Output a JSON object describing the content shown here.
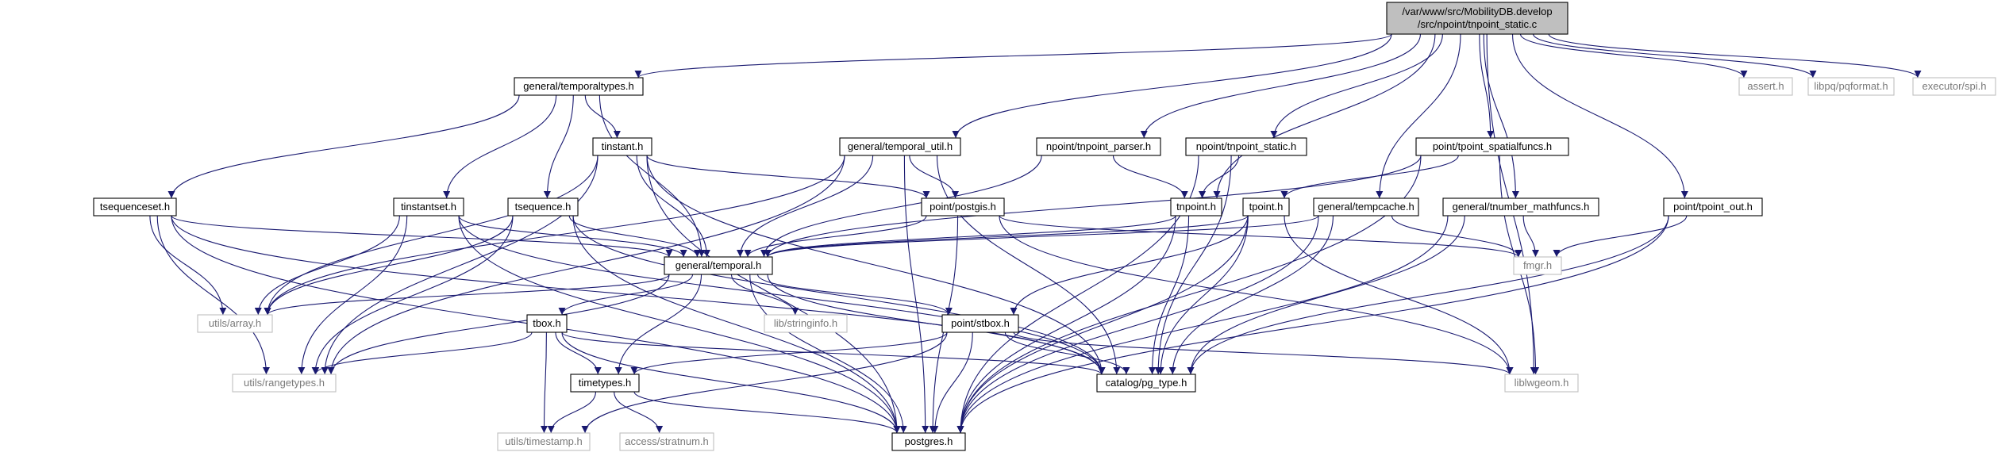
{
  "colors": {
    "edge": "#191970",
    "node_border": "#000000",
    "external_border": "#bfbfbf",
    "root_fill": "#bfbfbf",
    "external_text": "#7a7a7a"
  },
  "nodes": [
    {
      "id": "root",
      "lines": [
        "/var/www/src/MobilityDB.develop",
        "/src/npoint/tnpoint_static.c"
      ],
      "kind": "root"
    },
    {
      "id": "temporaltypes",
      "lines": [
        "general/temporaltypes.h"
      ],
      "kind": "file"
    },
    {
      "id": "temporal_util",
      "lines": [
        "general/temporal_util.h"
      ],
      "kind": "file"
    },
    {
      "id": "tnpoint_parser",
      "lines": [
        "npoint/tnpoint_parser.h"
      ],
      "kind": "file"
    },
    {
      "id": "tnpoint_static_h",
      "lines": [
        "npoint/tnpoint_static.h"
      ],
      "kind": "file"
    },
    {
      "id": "tpoint_spatialfuncs",
      "lines": [
        "point/tpoint_spatialfuncs.h"
      ],
      "kind": "file"
    },
    {
      "id": "assert",
      "lines": [
        "assert.h"
      ],
      "kind": "external"
    },
    {
      "id": "pqformat",
      "lines": [
        "libpq/pqformat.h"
      ],
      "kind": "external"
    },
    {
      "id": "spi",
      "lines": [
        "executor/spi.h"
      ],
      "kind": "external"
    },
    {
      "id": "tinstant",
      "lines": [
        "tinstant.h"
      ],
      "kind": "file"
    },
    {
      "id": "tsequenceset",
      "lines": [
        "tsequenceset.h"
      ],
      "kind": "file"
    },
    {
      "id": "tinstantset",
      "lines": [
        "tinstantset.h"
      ],
      "kind": "file"
    },
    {
      "id": "tsequence",
      "lines": [
        "tsequence.h"
      ],
      "kind": "file"
    },
    {
      "id": "postgis",
      "lines": [
        "point/postgis.h"
      ],
      "kind": "file"
    },
    {
      "id": "tnpoint",
      "lines": [
        "tnpoint.h"
      ],
      "kind": "file"
    },
    {
      "id": "tpoint",
      "lines": [
        "tpoint.h"
      ],
      "kind": "file"
    },
    {
      "id": "tempcache",
      "lines": [
        "general/tempcache.h"
      ],
      "kind": "file"
    },
    {
      "id": "tnumber_mathfuncs",
      "lines": [
        "general/tnumber_mathfuncs.h"
      ],
      "kind": "file"
    },
    {
      "id": "tpoint_out",
      "lines": [
        "point/tpoint_out.h"
      ],
      "kind": "file"
    },
    {
      "id": "temporal",
      "lines": [
        "general/temporal.h"
      ],
      "kind": "file"
    },
    {
      "id": "fmgr",
      "lines": [
        "fmgr.h"
      ],
      "kind": "external"
    },
    {
      "id": "utils_array",
      "lines": [
        "utils/array.h"
      ],
      "kind": "external"
    },
    {
      "id": "stringinfo",
      "lines": [
        "lib/stringinfo.h"
      ],
      "kind": "external"
    },
    {
      "id": "tbox",
      "lines": [
        "tbox.h"
      ],
      "kind": "file"
    },
    {
      "id": "stbox",
      "lines": [
        "point/stbox.h"
      ],
      "kind": "file"
    },
    {
      "id": "rangetypes",
      "lines": [
        "utils/rangetypes.h"
      ],
      "kind": "external"
    },
    {
      "id": "timetypes",
      "lines": [
        "timetypes.h"
      ],
      "kind": "file"
    },
    {
      "id": "pg_type",
      "lines": [
        "catalog/pg_type.h"
      ],
      "kind": "file"
    },
    {
      "id": "liblwgeom",
      "lines": [
        "liblwgeom.h"
      ],
      "kind": "external"
    },
    {
      "id": "timestamp",
      "lines": [
        "utils/timestamp.h"
      ],
      "kind": "external"
    },
    {
      "id": "stratnum",
      "lines": [
        "access/stratnum.h"
      ],
      "kind": "external"
    },
    {
      "id": "postgres",
      "lines": [
        "postgres.h"
      ],
      "kind": "file"
    }
  ],
  "edges": [
    [
      "root",
      "temporaltypes"
    ],
    [
      "root",
      "temporal_util"
    ],
    [
      "root",
      "tnpoint_parser"
    ],
    [
      "root",
      "tnpoint_static_h"
    ],
    [
      "root",
      "tpoint_spatialfuncs"
    ],
    [
      "root",
      "assert"
    ],
    [
      "root",
      "pqformat"
    ],
    [
      "root",
      "spi"
    ],
    [
      "root",
      "tnpoint"
    ],
    [
      "root",
      "tempcache"
    ],
    [
      "root",
      "tnumber_mathfuncs"
    ],
    [
      "root",
      "tpoint_out"
    ],
    [
      "root",
      "liblwgeom"
    ],
    [
      "temporaltypes",
      "tinstant"
    ],
    [
      "temporaltypes",
      "tsequenceset"
    ],
    [
      "temporaltypes",
      "tinstantset"
    ],
    [
      "temporaltypes",
      "tsequence"
    ],
    [
      "temporaltypes",
      "temporal"
    ],
    [
      "tinstant",
      "temporal"
    ],
    [
      "tinstant",
      "postgis"
    ],
    [
      "tinstant",
      "utils_array"
    ],
    [
      "tinstant",
      "postgres"
    ],
    [
      "tinstant",
      "pg_type"
    ],
    [
      "tinstant",
      "rangetypes"
    ],
    [
      "temporal_util",
      "temporal"
    ],
    [
      "temporal_util",
      "postgis"
    ],
    [
      "temporal_util",
      "pg_type"
    ],
    [
      "temporal_util",
      "postgres"
    ],
    [
      "temporal_util",
      "rangetypes"
    ],
    [
      "temporal_util",
      "utils_array"
    ],
    [
      "tnpoint_parser",
      "temporal"
    ],
    [
      "tnpoint_parser",
      "tnpoint"
    ],
    [
      "tnpoint_static_h",
      "tnpoint"
    ],
    [
      "tnpoint_static_h",
      "pg_type"
    ],
    [
      "tnpoint_static_h",
      "postgres"
    ],
    [
      "tpoint_spatialfuncs",
      "temporal"
    ],
    [
      "tpoint_spatialfuncs",
      "tpoint"
    ],
    [
      "tpoint_spatialfuncs",
      "liblwgeom"
    ],
    [
      "tpoint_spatialfuncs",
      "postgres"
    ],
    [
      "tsequenceset",
      "temporal"
    ],
    [
      "tsequenceset",
      "utils_array"
    ],
    [
      "tsequenceset",
      "rangetypes"
    ],
    [
      "tsequenceset",
      "postgres"
    ],
    [
      "tsequenceset",
      "pg_type"
    ],
    [
      "tinstantset",
      "temporal"
    ],
    [
      "tinstantset",
      "utils_array"
    ],
    [
      "tinstantset",
      "rangetypes"
    ],
    [
      "tinstantset",
      "postgres"
    ],
    [
      "tinstantset",
      "pg_type"
    ],
    [
      "tsequence",
      "temporal"
    ],
    [
      "tsequence",
      "utils_array"
    ],
    [
      "tsequence",
      "rangetypes"
    ],
    [
      "tsequence",
      "postgres"
    ],
    [
      "tsequence",
      "pg_type"
    ],
    [
      "postgis",
      "temporal"
    ],
    [
      "postgis",
      "fmgr"
    ],
    [
      "postgis",
      "liblwgeom"
    ],
    [
      "postgis",
      "postgres"
    ],
    [
      "tnpoint",
      "temporal"
    ],
    [
      "tnpoint",
      "pg_type"
    ],
    [
      "tnpoint",
      "postgres"
    ],
    [
      "tpoint",
      "temporal"
    ],
    [
      "tpoint",
      "stbox"
    ],
    [
      "tpoint",
      "pg_type"
    ],
    [
      "tpoint",
      "liblwgeom"
    ],
    [
      "tpoint",
      "postgres"
    ],
    [
      "tempcache",
      "temporal"
    ],
    [
      "tempcache",
      "fmgr"
    ],
    [
      "tempcache",
      "pg_type"
    ],
    [
      "tempcache",
      "postgres"
    ],
    [
      "tnumber_mathfuncs",
      "fmgr"
    ],
    [
      "tnumber_mathfuncs",
      "pg_type"
    ],
    [
      "tnumber_mathfuncs",
      "postgres"
    ],
    [
      "tpoint_out",
      "fmgr"
    ],
    [
      "tpoint_out",
      "pg_type"
    ],
    [
      "tpoint_out",
      "postgres"
    ],
    [
      "temporal",
      "utils_array"
    ],
    [
      "temporal",
      "stringinfo"
    ],
    [
      "temporal",
      "tbox"
    ],
    [
      "temporal",
      "stbox"
    ],
    [
      "temporal",
      "rangetypes"
    ],
    [
      "temporal",
      "timetypes"
    ],
    [
      "temporal",
      "pg_type"
    ],
    [
      "temporal",
      "postgres"
    ],
    [
      "tbox",
      "rangetypes"
    ],
    [
      "tbox",
      "timetypes"
    ],
    [
      "tbox",
      "pg_type"
    ],
    [
      "tbox",
      "timestamp"
    ],
    [
      "tbox",
      "postgres"
    ],
    [
      "stbox",
      "timetypes"
    ],
    [
      "stbox",
      "pg_type"
    ],
    [
      "stbox",
      "liblwgeom"
    ],
    [
      "stbox",
      "timestamp"
    ],
    [
      "stbox",
      "postgres"
    ],
    [
      "timetypes",
      "timestamp"
    ],
    [
      "timetypes",
      "stratnum"
    ],
    [
      "timetypes",
      "postgres"
    ]
  ]
}
